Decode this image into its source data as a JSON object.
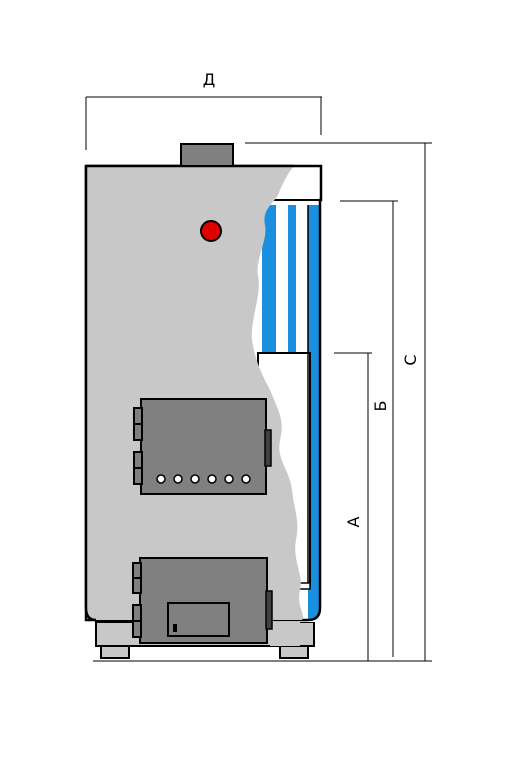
{
  "dimensions": {
    "width_label": "Д",
    "height_total_label": "С",
    "height_b_label": "Б",
    "height_a_label": "А"
  },
  "colors": {
    "body": "#c8c8c8",
    "door": "#808080",
    "water_jacket": "#1a8fe0",
    "indicator": "#e00000",
    "outline": "#000000"
  },
  "icons": {
    "indicator": "red-indicator-lamp-icon"
  }
}
